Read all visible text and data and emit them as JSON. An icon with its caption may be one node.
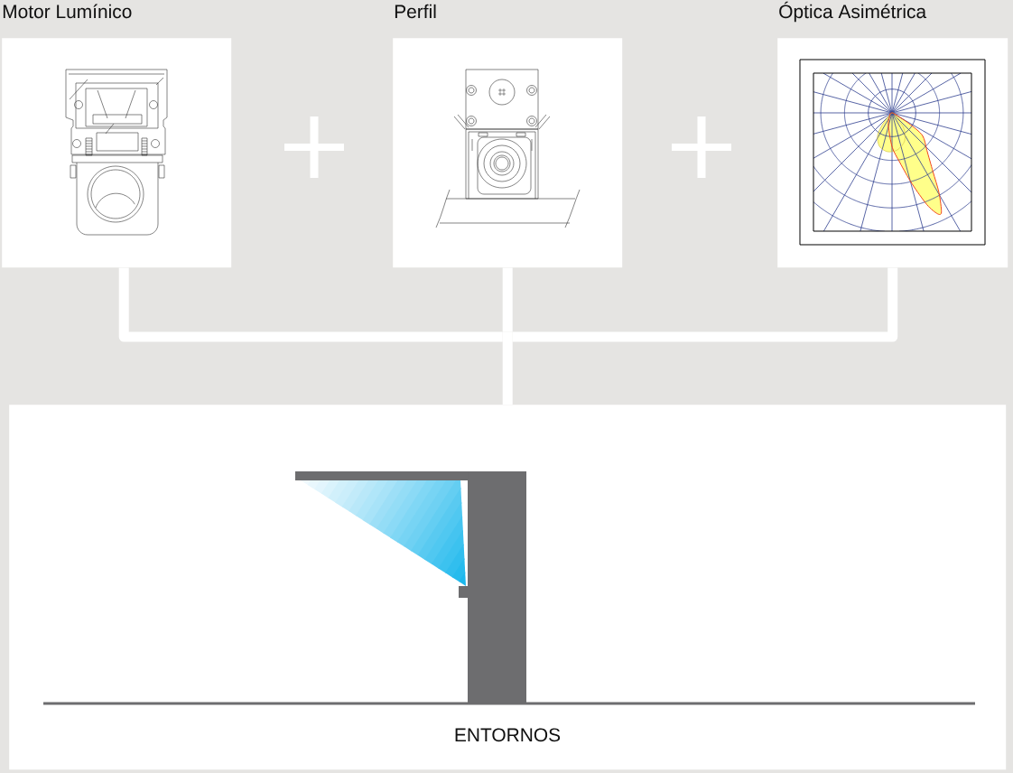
{
  "diagram": {
    "nodes": [
      {
        "text": [
          "Motor Lumínico"
        ]
      },
      {
        "text": [
          "Perfil"
        ]
      },
      {
        "text": [
          "Óptica Asimétrica"
        ]
      },
      {
        "text": [
          "ENTORNOS"
        ]
      }
    ],
    "edges": [
      {
        "from": 0,
        "to": 3,
        "arrow": "none"
      },
      {
        "from": 1,
        "to": 3,
        "arrow": "none"
      },
      {
        "from": 2,
        "to": 3,
        "arrow": "none"
      }
    ]
  }
}
